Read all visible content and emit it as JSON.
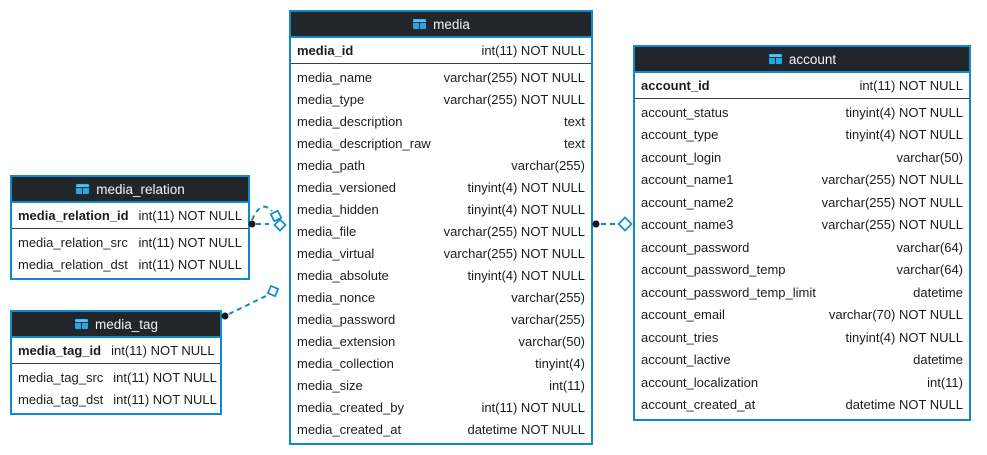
{
  "colors": {
    "table_border": "#0e8cc7",
    "header_bg": "#22262b",
    "header_text": "#f2f4f6",
    "row_text": "#1c1c1c",
    "connector": "#0e8cc7",
    "connector_dot": "#17191c",
    "icon_blue": "#2aa4df"
  },
  "tables": {
    "media": {
      "title": "media",
      "icon": "table-icon",
      "pk": {
        "name": "media_id",
        "type": "int(11) NOT NULL"
      },
      "columns": [
        {
          "name": "media_name",
          "type": "varchar(255) NOT NULL"
        },
        {
          "name": "media_type",
          "type": "varchar(255) NOT NULL"
        },
        {
          "name": "media_description",
          "type": "text"
        },
        {
          "name": "media_description_raw",
          "type": "text"
        },
        {
          "name": "media_path",
          "type": "varchar(255)"
        },
        {
          "name": "media_versioned",
          "type": "tinyint(4) NOT NULL"
        },
        {
          "name": "media_hidden",
          "type": "tinyint(4) NOT NULL"
        },
        {
          "name": "media_file",
          "type": "varchar(255) NOT NULL"
        },
        {
          "name": "media_virtual",
          "type": "varchar(255) NOT NULL"
        },
        {
          "name": "media_absolute",
          "type": "tinyint(4) NOT NULL"
        },
        {
          "name": "media_nonce",
          "type": "varchar(255)"
        },
        {
          "name": "media_password",
          "type": "varchar(255)"
        },
        {
          "name": "media_extension",
          "type": "varchar(50)"
        },
        {
          "name": "media_collection",
          "type": "tinyint(4)"
        },
        {
          "name": "media_size",
          "type": "int(11)"
        },
        {
          "name": "media_created_by",
          "type": "int(11) NOT NULL"
        },
        {
          "name": "media_created_at",
          "type": "datetime NOT NULL"
        }
      ]
    },
    "media_relation": {
      "title": "media_relation",
      "icon": "table-icon",
      "pk": {
        "name": "media_relation_id",
        "type": "int(11) NOT NULL"
      },
      "columns": [
        {
          "name": "media_relation_src",
          "type": "int(11) NOT NULL"
        },
        {
          "name": "media_relation_dst",
          "type": "int(11) NOT NULL"
        }
      ]
    },
    "media_tag": {
      "title": "media_tag",
      "icon": "table-icon",
      "pk": {
        "name": "media_tag_id",
        "type": "int(11) NOT NULL"
      },
      "columns": [
        {
          "name": "media_tag_src",
          "type": "int(11) NOT NULL"
        },
        {
          "name": "media_tag_dst",
          "type": "int(11) NOT NULL"
        }
      ]
    },
    "account": {
      "title": "account",
      "icon": "table-icon",
      "pk": {
        "name": "account_id",
        "type": "int(11) NOT NULL"
      },
      "columns": [
        {
          "name": "account_status",
          "type": "tinyint(4) NOT NULL"
        },
        {
          "name": "account_type",
          "type": "tinyint(4) NOT NULL"
        },
        {
          "name": "account_login",
          "type": "varchar(50)"
        },
        {
          "name": "account_name1",
          "type": "varchar(255) NOT NULL"
        },
        {
          "name": "account_name2",
          "type": "varchar(255) NOT NULL"
        },
        {
          "name": "account_name3",
          "type": "varchar(255) NOT NULL"
        },
        {
          "name": "account_password",
          "type": "varchar(64)"
        },
        {
          "name": "account_password_temp",
          "type": "varchar(64)"
        },
        {
          "name": "account_password_temp_limit",
          "type": "datetime"
        },
        {
          "name": "account_email",
          "type": "varchar(70) NOT NULL"
        },
        {
          "name": "account_tries",
          "type": "tinyint(4) NOT NULL"
        },
        {
          "name": "account_lactive",
          "type": "datetime"
        },
        {
          "name": "account_localization",
          "type": "int(11)"
        },
        {
          "name": "account_created_at",
          "type": "datetime NOT NULL"
        }
      ]
    }
  },
  "relationships": [
    {
      "from_table": "media_relation",
      "to_table": "media",
      "line_style": "dashed",
      "from_marker": "dot",
      "to_marker": "open-diamond",
      "lines": 2
    },
    {
      "from_table": "media_tag",
      "to_table": "media",
      "line_style": "dashed",
      "from_marker": "dot",
      "to_marker": "open-diamond",
      "lines": 1
    },
    {
      "from_table": "media",
      "to_table": "account",
      "line_style": "dashed",
      "from_marker": "dot",
      "to_marker": "open-diamond",
      "lines": 1
    }
  ]
}
